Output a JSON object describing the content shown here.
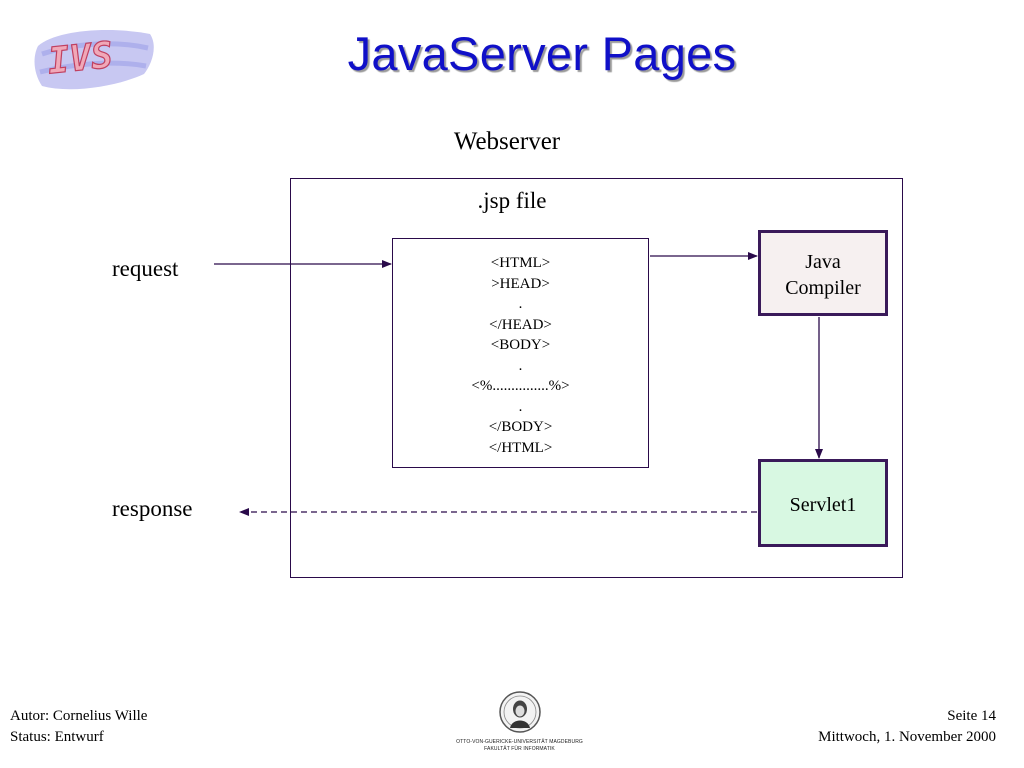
{
  "logo": {
    "text": "IVS"
  },
  "title": "JavaServer Pages",
  "diagram": {
    "webserver_label": "Webserver",
    "jsp_label": ".jsp file",
    "jsp_lines": [
      "<HTML>",
      ">HEAD>",
      ".",
      "</HEAD>",
      "<BODY>",
      ".",
      "<%...............%>",
      ".",
      "</BODY>",
      "</HTML>"
    ],
    "compiler_lines": [
      "Java",
      "Compiler"
    ],
    "servlet_label": "Servlet1",
    "request_label": "request",
    "response_label": "response"
  },
  "footer": {
    "author": "Autor: Cornelius Wille",
    "status": "Status: Entwurf",
    "page": "Seite 14",
    "date": "Mittwoch, 1. November 2000",
    "university_line1": "OTTO-VON-GUERICKE-UNIVERSITÄT MAGDEBURG",
    "university_line2": "FAKULTÄT FÜR INFORMATIK"
  },
  "colors": {
    "title": "#1010c8",
    "servlet_fill": "#d8f8e2",
    "compiler_fill": "#f6f0f0",
    "line": "#2a0a4a"
  }
}
